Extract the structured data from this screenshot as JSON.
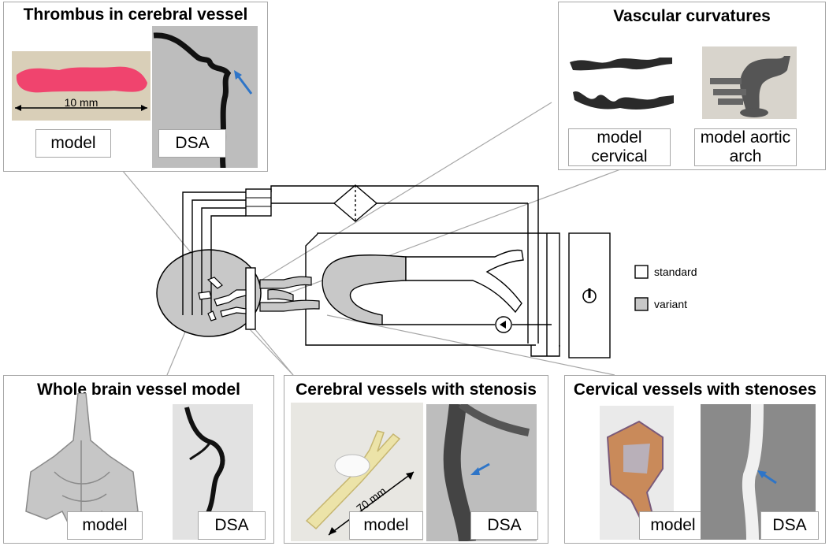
{
  "panels": {
    "thrombus": {
      "title": "Thrombus in cerebral vessel",
      "scale": "10 mm",
      "model_label": "model",
      "dsa_label": "DSA"
    },
    "curvatures": {
      "title": "Vascular curvatures",
      "label_cervical": "model cervical",
      "label_aortic": "model aortic arch"
    },
    "whole_brain": {
      "title": "Whole brain vessel model",
      "model_label": "model",
      "dsa_label": "DSA"
    },
    "stenosis": {
      "title": "Cerebral vessels with stenosis",
      "scale": "70 mm",
      "model_label": "model",
      "dsa_label": "DSA"
    },
    "cervical": {
      "title": "Cervical vessels with stenoses",
      "model_label": "model",
      "dsa_label": "DSA"
    }
  },
  "legend": {
    "standard": "standard",
    "variant": "variant"
  },
  "colors": {
    "variant_fill": "#c8c8c8",
    "panel_border": "#a6a6a6",
    "arrow": "#2e75c8",
    "thrombus": "#f0446e"
  }
}
